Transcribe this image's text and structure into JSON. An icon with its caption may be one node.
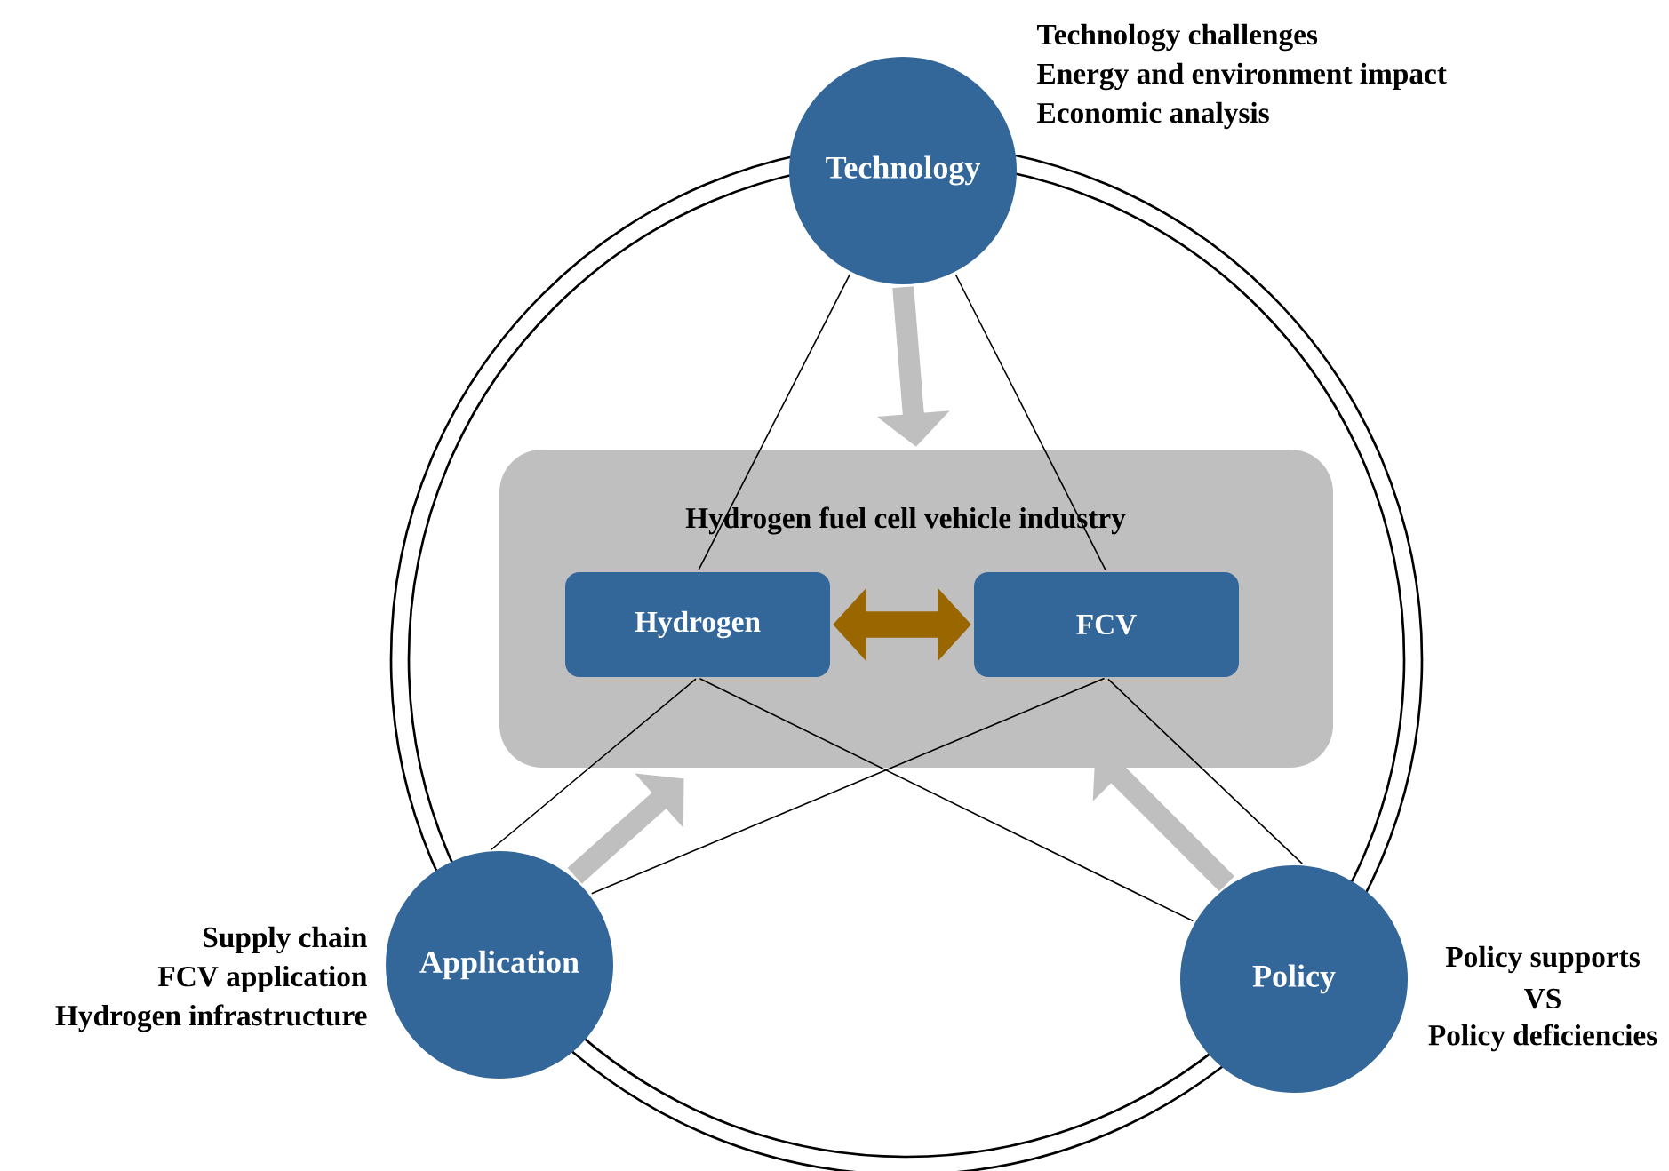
{
  "diagram": {
    "nodes": [
      {
        "text": [
          "Technology"
        ],
        "beside": [
          "Technology challenges",
          "Energy and environment impact",
          "Economic analysis"
        ]
      },
      {
        "text": [
          "Hydrogen fuel cell vehicle industry"
        ]
      },
      {
        "text": [
          "Hydrogen"
        ],
        "in": 1
      },
      {
        "text": [
          "FCV"
        ],
        "in": 1
      },
      {
        "text": [
          "Application"
        ],
        "beside": [
          "Supply chain",
          "FCV application",
          "Hydrogen infrastructure"
        ]
      },
      {
        "text": [
          "Policy"
        ],
        "beside": [
          "Policy supports",
          "VS",
          "Policy deficiencies"
        ]
      }
    ],
    "edges": [
      {
        "from": 0,
        "to": 1,
        "arrow": "to",
        "style": "thick",
        "color": "#bfbfbf"
      },
      {
        "from": 2,
        "to": 3,
        "arrow": "both",
        "style": "thick",
        "color": "#996600"
      },
      {
        "from": 4,
        "to": 1,
        "arrow": "to",
        "style": "thick",
        "color": "#bfbfbf"
      },
      {
        "from": 5,
        "to": 1,
        "arrow": "to",
        "style": "thick",
        "color": "#bfbfbf"
      },
      {
        "from": 0,
        "to": 2,
        "arrow": "none"
      },
      {
        "from": 0,
        "to": 3,
        "arrow": "none"
      },
      {
        "from": 2,
        "to": 4,
        "arrow": "none"
      },
      {
        "from": 2,
        "to": 5,
        "arrow": "none"
      },
      {
        "from": 3,
        "to": 4,
        "arrow": "none"
      },
      {
        "from": 3,
        "to": 5,
        "arrow": "none"
      }
    ]
  }
}
